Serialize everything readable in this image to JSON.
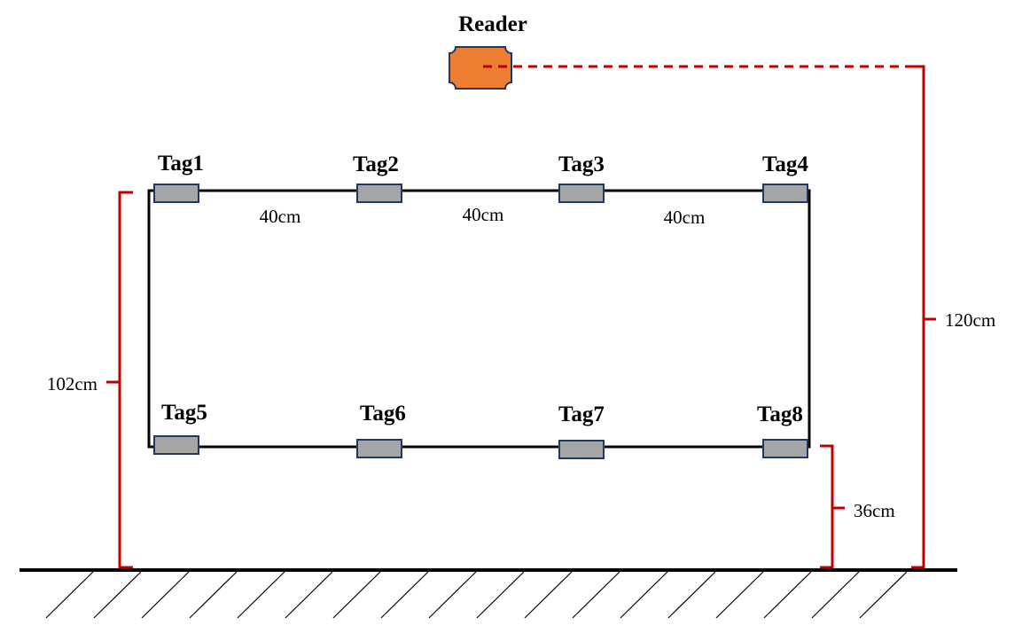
{
  "reader": {
    "label": "Reader",
    "color": "#ED7D31",
    "border": "#1F3864"
  },
  "tags": [
    {
      "label": "Tag1"
    },
    {
      "label": "Tag2"
    },
    {
      "label": "Tag3"
    },
    {
      "label": "Tag4"
    },
    {
      "label": "Tag5"
    },
    {
      "label": "Tag6"
    },
    {
      "label": "Tag7"
    },
    {
      "label": "Tag8"
    }
  ],
  "tag_style": {
    "fill": "#A6A6A6",
    "border": "#1F3864"
  },
  "spacings": [
    "40cm",
    "40cm",
    "40cm"
  ],
  "dimensions": {
    "frame_height": "102cm",
    "reader_height": "120cm",
    "bottom_row_height": "36cm",
    "bracket_color": "#C00000"
  }
}
